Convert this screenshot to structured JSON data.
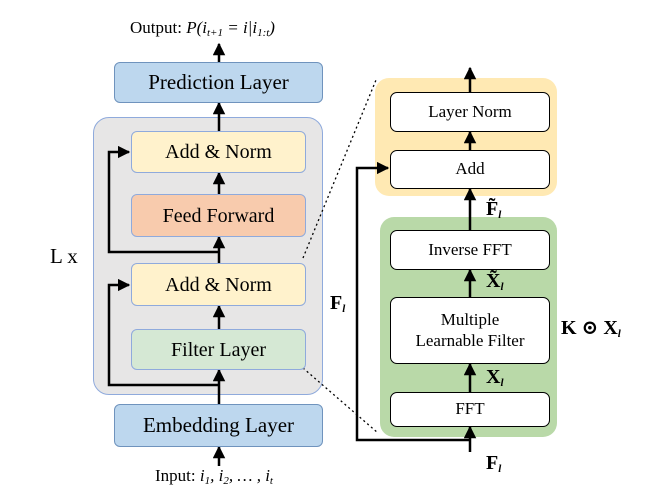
{
  "left": {
    "output_label": "Output: P(i_{t+1} = i|i_{1:t})",
    "output_prefix": "Output:",
    "input_prefix": "Input:",
    "input_label": "Input: i_1, i_2, ..., i_t",
    "repeat_label": "L x",
    "prediction_layer": "Prediction Layer",
    "add_norm_top": "Add & Norm",
    "feed_forward": "Feed Forward",
    "add_norm_bottom": "Add & Norm",
    "filter_layer": "Filter Layer",
    "embedding_layer": "Embedding Layer",
    "skip_label": "F^l"
  },
  "right": {
    "layer_norm": "Layer Norm",
    "add": "Add",
    "inverse_fft": "Inverse FFT",
    "multiple_filter_line1": "Multiple",
    "multiple_filter_line2": "Learnable Filter",
    "fft": "FFT",
    "f_tilde_label": "F~^l",
    "x_tilde_label": "X~^l",
    "x_label": "X^l",
    "f_bottom_label": "F^l",
    "kx_label": "K ⊙ X^l"
  },
  "colors": {
    "blue_fill": "#bdd7ee",
    "yellow_fill": "#fff2cc",
    "orange_fill": "#f8cbad",
    "green_fill": "#d5e8d4",
    "gray_region": "#e7e6e6",
    "right_yellow_region": "#ffe9b3",
    "right_green_region": "#b9d9a8"
  }
}
